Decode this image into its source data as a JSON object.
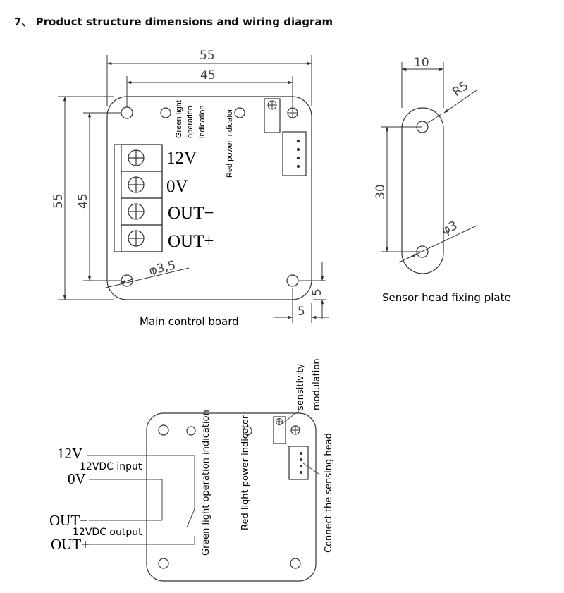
{
  "heading": "7、 Product structure dimensions and wiring diagram",
  "main_board": {
    "caption": "Main control board",
    "dim_width_outer": "55",
    "dim_width_inner": "45",
    "dim_height_outer": "55",
    "dim_height_inner": "45",
    "hole_diameter": "φ3,5",
    "edge_offset_x": "5",
    "edge_offset_y": "5",
    "terminals": [
      "12V",
      "0V",
      "OUT−",
      "OUT+"
    ],
    "green_label_lines": [
      "Green light",
      "operation",
      "indication"
    ],
    "red_label": "Red power indicator"
  },
  "sensor_plate": {
    "caption": "Sensor head fixing plate",
    "dim_width": "10",
    "dim_radius": "R5",
    "dim_hole_spacing": "30",
    "hole_diameter": "φ3"
  },
  "wiring": {
    "terminals": [
      "12V",
      "0V",
      "OUT−",
      "OUT+"
    ],
    "input_note": "12VDC input",
    "output_note": "12VDC output",
    "green_label": "Green light operation indication",
    "red_label": "Red light power indicator",
    "sensitivity_lines": [
      "sensitivity",
      "modulation"
    ],
    "sensing_head_label": "Connect the sensing head"
  }
}
